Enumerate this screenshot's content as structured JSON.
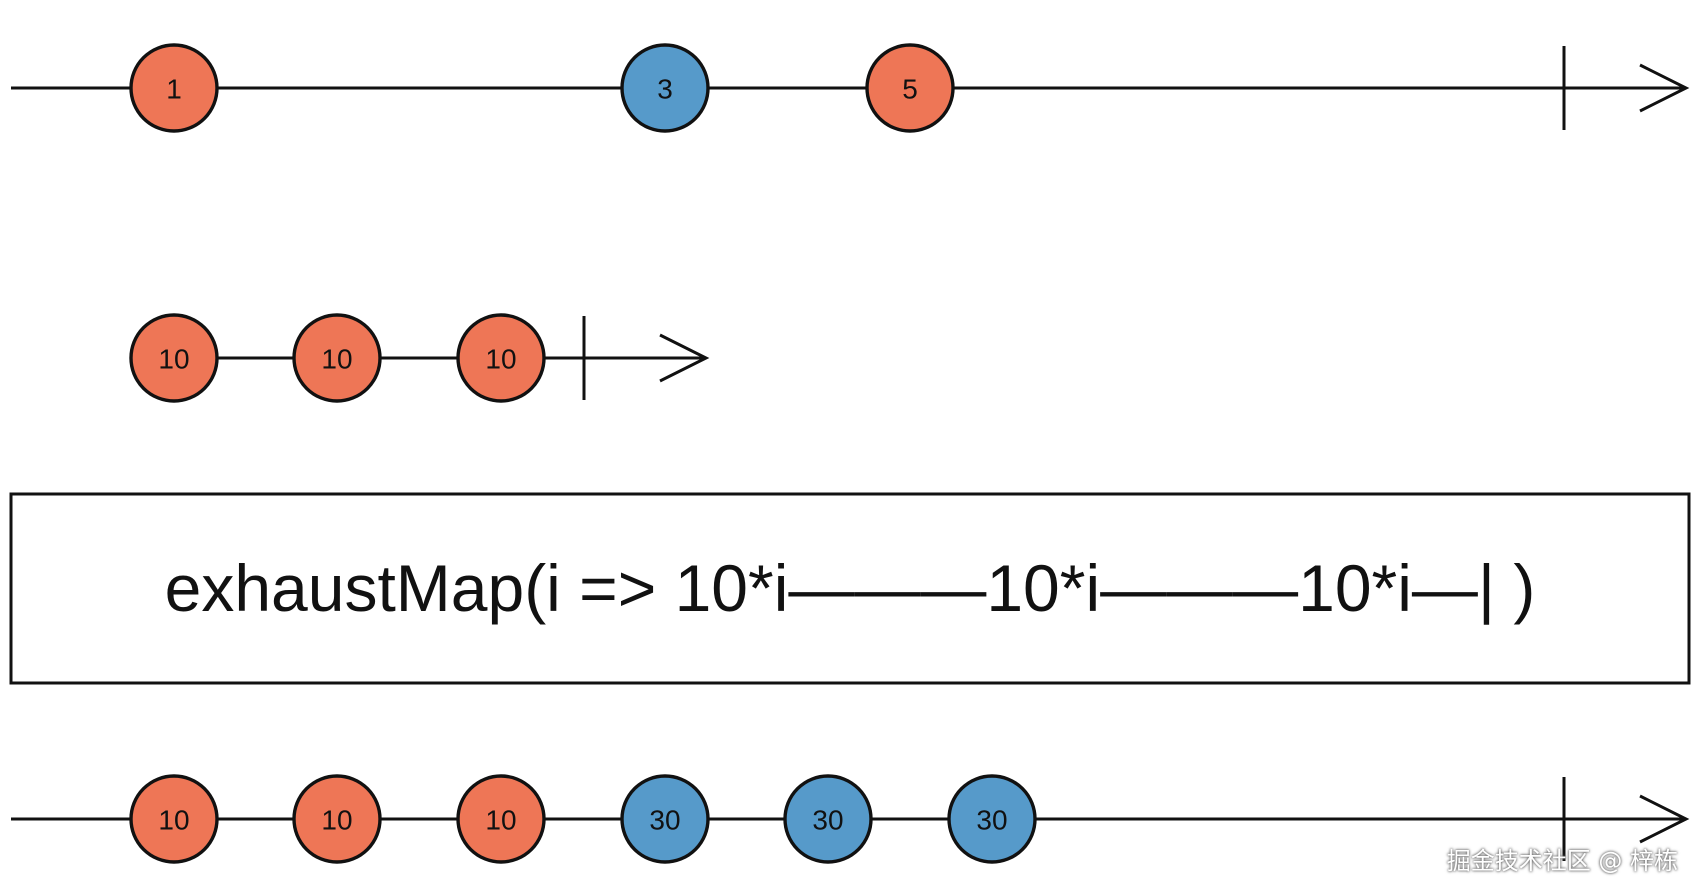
{
  "colors": {
    "orange": "#EE7656",
    "blue": "#569ACA",
    "stroke": "#111111"
  },
  "operator_text": "exhaustMap(i => 10*i———10*i———10*i—| )",
  "watermark": "掘金技术社区 @ 梓栋",
  "timelines": [
    {
      "id": "source",
      "marbles": [
        {
          "label": "1",
          "color": "orange"
        },
        {
          "label": "3",
          "color": "blue"
        },
        {
          "label": "5",
          "color": "orange"
        }
      ],
      "complete": true
    },
    {
      "id": "inner",
      "marbles": [
        {
          "label": "10",
          "color": "orange"
        },
        {
          "label": "10",
          "color": "orange"
        },
        {
          "label": "10",
          "color": "orange"
        }
      ],
      "complete": true
    },
    {
      "id": "output",
      "marbles": [
        {
          "label": "10",
          "color": "orange"
        },
        {
          "label": "10",
          "color": "orange"
        },
        {
          "label": "10",
          "color": "orange"
        },
        {
          "label": "30",
          "color": "blue"
        },
        {
          "label": "30",
          "color": "blue"
        },
        {
          "label": "30",
          "color": "blue"
        }
      ],
      "complete": true
    }
  ]
}
